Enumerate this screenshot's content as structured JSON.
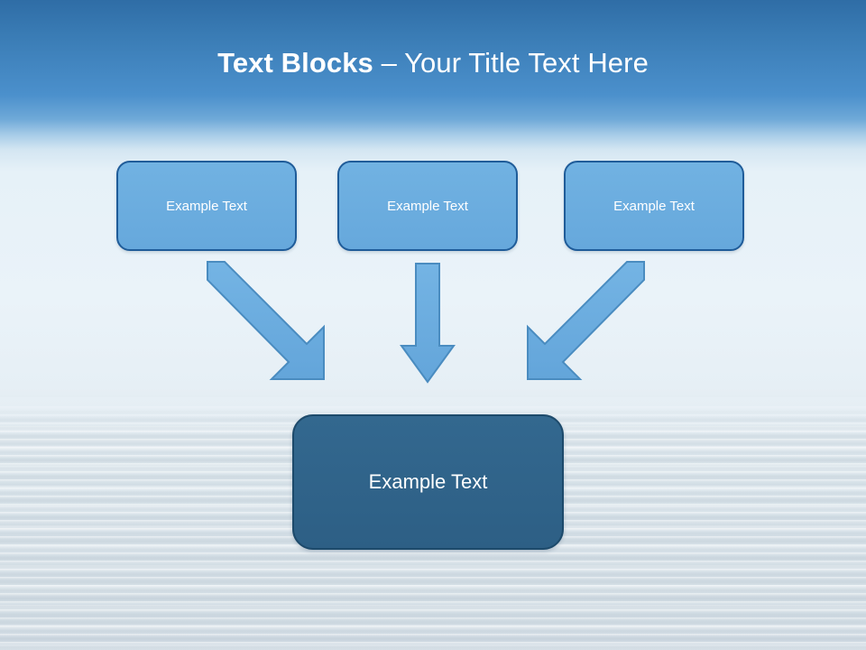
{
  "slide": {
    "title": {
      "strong": "Text Blocks",
      "rest": " – Your Title Text Here",
      "color": "#ffffff"
    },
    "background": {
      "banner_top_color": "#2f6da6",
      "banner_bottom_color": "#4b90cc",
      "sky_color": "#e9f2f8",
      "water_color": "#d9e3ea"
    },
    "top_boxes": [
      {
        "label": "Example Text"
      },
      {
        "label": "Example Text"
      },
      {
        "label": "Example Text"
      }
    ],
    "bottom_box": {
      "label": "Example Text"
    },
    "arrows": [
      {
        "name": "arrow-diagonal-down-right"
      },
      {
        "name": "arrow-down"
      },
      {
        "name": "arrow-diagonal-down-left"
      }
    ],
    "colors": {
      "box_fill": "#6baee0",
      "box_border": "#1f5c99",
      "bottom_box_fill": "#2e6189",
      "bottom_box_border": "#1d4a6b",
      "arrow_fill": "#6baee0",
      "arrow_stroke": "#4a8cc0"
    }
  }
}
